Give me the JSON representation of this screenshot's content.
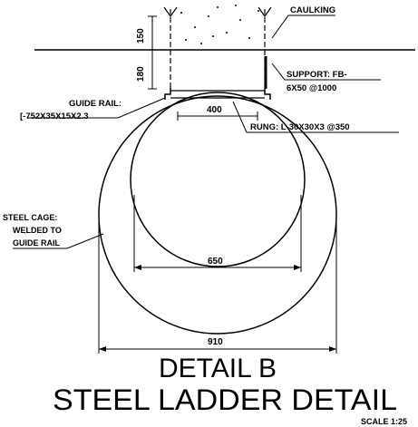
{
  "labels": {
    "caulking": "CAULKING",
    "support_line1": "SUPPORT: FB-",
    "support_line2": "6X50 @1000",
    "guide_rail_line1": "GUIDE RAIL:",
    "guide_rail_line2": "[-752X35X15X2.3",
    "rung": "RUNG: L-30X30X3 @350",
    "steel_cage_line1": "STEEL CAGE:",
    "steel_cage_line2": "WELDED TO",
    "steel_cage_line3": "GUIDE RAIL"
  },
  "dimensions": {
    "top_depth": "150",
    "support_depth": "180",
    "rung_width": "400",
    "inner_cage": "650",
    "outer_cage": "910"
  },
  "title": {
    "detail": "DETAIL B",
    "name": "STEEL LADDER DETAIL",
    "scale": "SCALE 1:25"
  },
  "colors": {
    "line": "#000000",
    "background": "#ffffff"
  }
}
